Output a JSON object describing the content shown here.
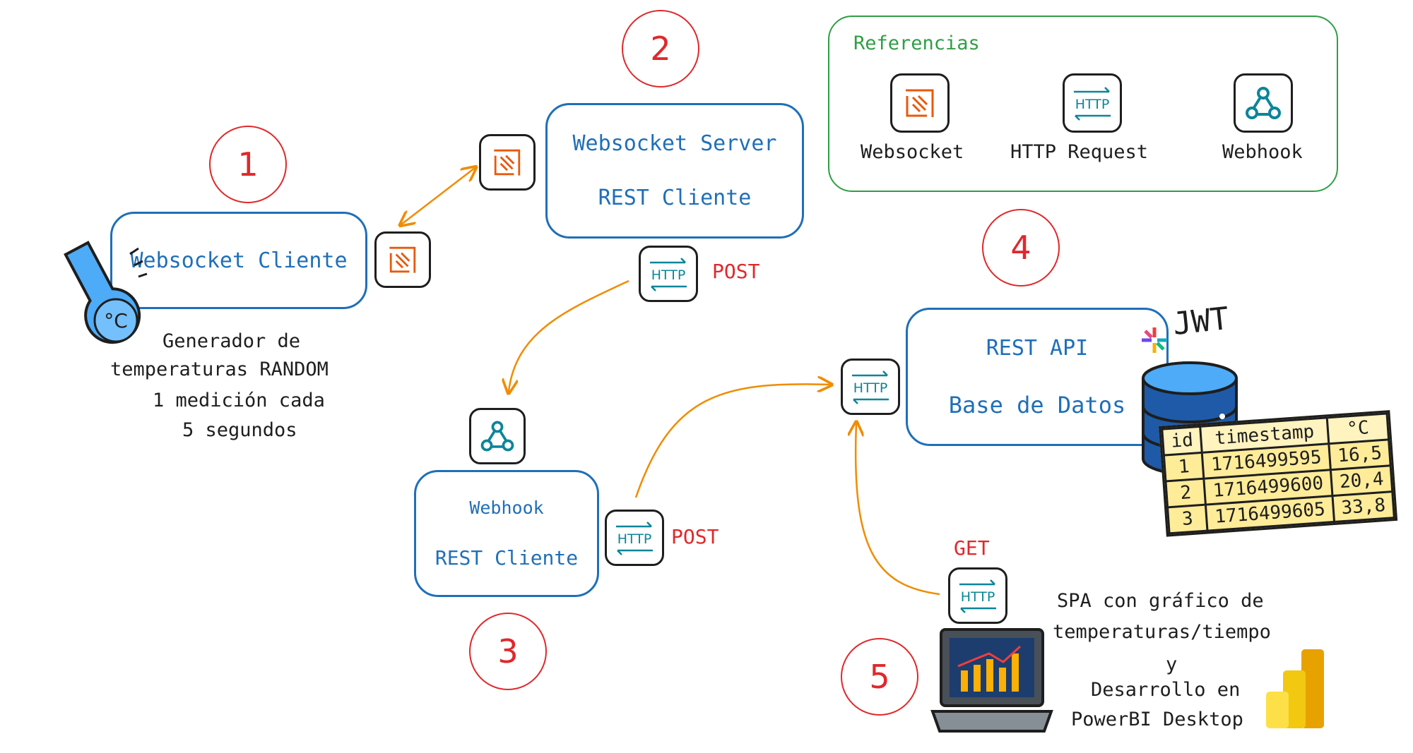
{
  "nodes": {
    "websocket_client": {
      "label": "Websocket Cliente"
    },
    "websocket_server": {
      "line1": "Websocket Server",
      "line2": "REST Cliente"
    },
    "webhook_client": {
      "line1": "Webhook",
      "line2": "REST Cliente"
    },
    "rest_api": {
      "line1": "REST API",
      "line2": "Base de Datos"
    }
  },
  "steps": [
    "1",
    "2",
    "3",
    "4",
    "5"
  ],
  "generator_note": [
    "Generador de",
    "temperaturas RANDOM",
    "1 medición cada",
    "5 segundos"
  ],
  "http_methods": {
    "post_1": "POST",
    "post_2": "POST",
    "get": "GET"
  },
  "references": {
    "title": "Referencias",
    "items": [
      {
        "label": "Websocket",
        "icon": "websocket-icon"
      },
      {
        "label": "HTTP Request",
        "icon": "http-icon"
      },
      {
        "label": "Webhook",
        "icon": "webhook-icon"
      }
    ]
  },
  "icon_text": {
    "http": "HTTP",
    "thermo": "°C"
  },
  "jwt_label": "JWT",
  "db_table": {
    "headers": [
      "id",
      "timestamp",
      "°C"
    ],
    "rows": [
      [
        "1",
        "1716499595",
        "16,5"
      ],
      [
        "2",
        "1716499600",
        "20,4"
      ],
      [
        "3",
        "1716499605",
        "33,8"
      ]
    ]
  },
  "spa_note": [
    "SPA con gráfico de",
    "temperaturas/tiempo",
    "y",
    "Desarrollo en",
    "PowerBI Desktop"
  ],
  "colors": {
    "blue": "#1f6fb8",
    "red": "#e0282b",
    "orange": "#f08c00",
    "green": "#2f9e44",
    "teal": "#0c8599",
    "db_blue": "#1e5aa8",
    "table_yellow": "#ffec99"
  }
}
